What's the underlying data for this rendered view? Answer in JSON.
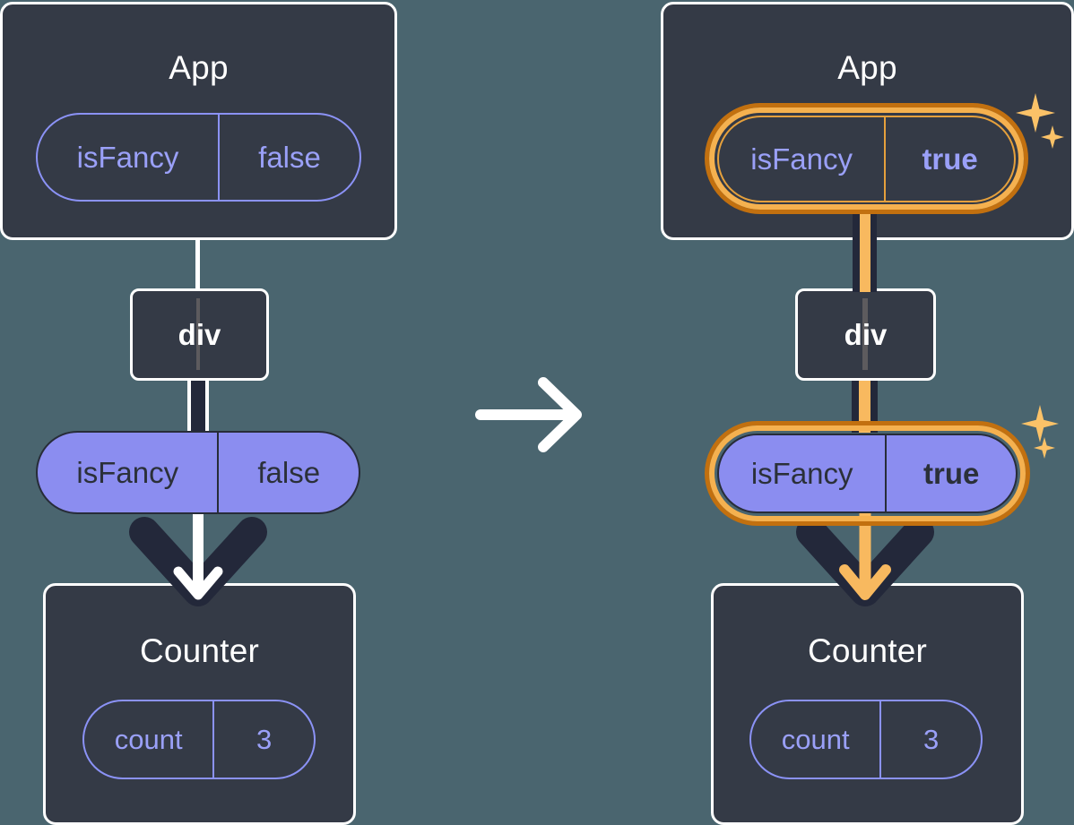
{
  "diagram": {
    "title": "React state update diagram: isFancy false to true",
    "background_color": "#4a656f",
    "box_fill": "#343a46",
    "box_border": "#ffffff",
    "pill_purple": "#8b8df0",
    "pill_outline_color": "#9aa0f8",
    "highlight_outer": "#c2700f",
    "highlight_inner": "#f5b14f",
    "sparkle_color": "#fbc268",
    "arrow_dark": "#23283a",
    "arrow_white": "#ffffff",
    "arrow_orange": "#f8b95f"
  },
  "before": {
    "app": {
      "title": "App",
      "state": {
        "name": "isFancy",
        "value": "false",
        "highlighted": false,
        "style": "outline"
      }
    },
    "div": {
      "label": "div"
    },
    "prop": {
      "name": "isFancy",
      "value": "false",
      "highlighted": false,
      "style": "filled"
    },
    "counter": {
      "title": "Counter",
      "state": {
        "name": "count",
        "value": "3",
        "highlighted": false,
        "style": "outline"
      }
    }
  },
  "after": {
    "app": {
      "title": "App",
      "state": {
        "name": "isFancy",
        "value": "true",
        "highlighted": true,
        "style": "outline"
      }
    },
    "div": {
      "label": "div"
    },
    "prop": {
      "name": "isFancy",
      "value": "true",
      "highlighted": true,
      "style": "filled"
    },
    "counter": {
      "title": "Counter",
      "state": {
        "name": "count",
        "value": "3",
        "highlighted": false,
        "style": "outline"
      }
    }
  },
  "transition": {
    "icon": "right-arrow-icon",
    "label": ""
  },
  "icons": {
    "sparkle_large": "sparkle-icon",
    "sparkle_small": "sparkle-small-icon",
    "arrow_right": "arrow-right-icon",
    "arrow_down": "arrow-down-icon"
  }
}
